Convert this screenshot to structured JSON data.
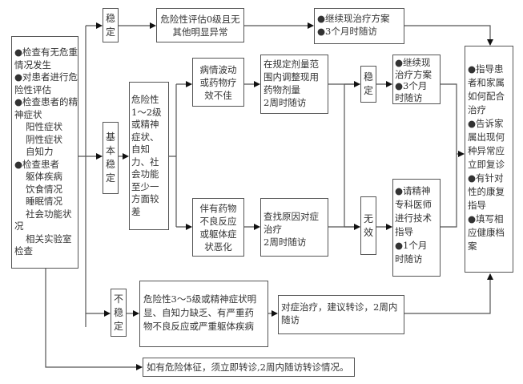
{
  "diagram": {
    "assessment": {
      "lines": [
        {
          "text": "●检查有无危重",
          "indent": false
        },
        {
          "text": "情况发生",
          "indent": false
        },
        {
          "text": "●对患者进行危",
          "indent": false
        },
        {
          "text": "险性评估",
          "indent": false
        },
        {
          "text": "●检查患者的精",
          "indent": false
        },
        {
          "text": "神症状",
          "indent": false
        },
        {
          "text": "阳性症状",
          "indent": true
        },
        {
          "text": "阴性症状",
          "indent": true
        },
        {
          "text": "自知力",
          "indent": true
        },
        {
          "text": "●检查患者",
          "indent": false
        },
        {
          "text": "躯体疾病",
          "indent": true
        },
        {
          "text": "饮食情况",
          "indent": true
        },
        {
          "text": "睡眠情况",
          "indent": true
        },
        {
          "text": "社会功能状",
          "indent": true
        },
        {
          "text": "况",
          "indent": false
        },
        {
          "text": "相关实验室",
          "indent": true
        },
        {
          "text": "检查",
          "indent": false
        }
      ]
    },
    "stable": {
      "label": [
        "稳",
        "定"
      ],
      "condition": [
        "危险性评估0级且无",
        "其他明显异常"
      ],
      "action": [
        "●继续现治疗方案",
        "●3个月时随访"
      ]
    },
    "basically_stable": {
      "label": [
        "基",
        "本",
        "稳",
        "定"
      ],
      "condition": [
        "危险性",
        "1～2级",
        "或精神",
        "症状、",
        "自知",
        "力、社",
        "会功能",
        "至少一",
        "方面较",
        "差"
      ],
      "branch_a": {
        "condition": [
          "病情波动",
          "或药物疗",
          "效不佳"
        ],
        "action": [
          "在规定剂量范",
          "围内调整现用",
          "药物剂量",
          "2周时随访"
        ],
        "outcome_label": [
          "稳",
          "定"
        ],
        "outcome_action": [
          "●继续现",
          "治疗方案",
          "●3个月",
          "时随访"
        ]
      },
      "branch_b": {
        "condition": [
          "伴有药物",
          "不良反应",
          "或躯体症",
          "状恶化"
        ],
        "action": [
          "查找原因对症",
          "治疗",
          "2周时随访"
        ],
        "outcome_label": [
          "无",
          "效"
        ],
        "outcome_action": [
          "●请精神",
          "专科医师",
          "进行技术",
          "指导",
          "●1个月",
          "时随访"
        ]
      }
    },
    "unstable": {
      "label": [
        "不",
        "稳",
        "定"
      ],
      "condition": [
        "危险性3～5级或精神症状明",
        "显、自知力缺乏、有严重药",
        "物不良反应或严重躯体疾病"
      ],
      "action": [
        "对症治疗，建议转诊，2周内",
        "随访"
      ]
    },
    "guidance": {
      "lines": [
        "●指导患",
        "者和家属",
        "如何配合",
        "治疗",
        "●告诉家",
        "属出现何",
        "种异常应",
        "立即复诊",
        "●有针对",
        "性的康复",
        "指导",
        "●填写相",
        "应健康档",
        "案"
      ]
    },
    "danger_note": "如有危险体征，须立即转诊,2周内随访转诊情况。"
  }
}
